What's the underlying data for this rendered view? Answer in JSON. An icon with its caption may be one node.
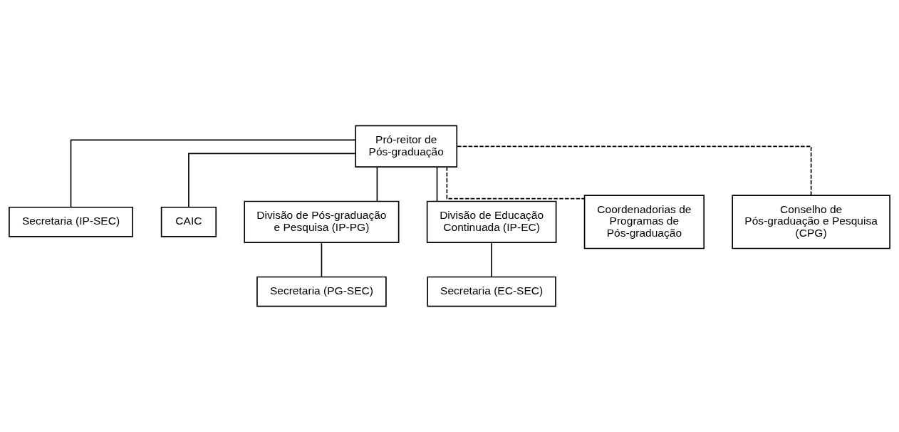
{
  "diagram": {
    "nodes": [
      {
        "text": [
          "Pró-reitor de Pós-graduação"
        ]
      },
      {
        "text": [
          "Secretaria (IP-SEC)"
        ]
      },
      {
        "text": [
          "Conselho de Pós-graduação e Pesquisa (CPG)"
        ]
      },
      {
        "text": [
          "CAIC"
        ]
      },
      {
        "text": [
          "Divisão de Pós-graduação e Pesquisa (IP-PG)"
        ]
      },
      {
        "text": [
          "Divisão de Educação Continuada (IP-EC)"
        ]
      },
      {
        "text": [
          "Coordenadorias de Programas de Pós-graduação"
        ]
      },
      {
        "text": [
          "Secretaria (PG-SEC)"
        ]
      },
      {
        "text": [
          "Secretaria (EC-SEC)"
        ]
      }
    ],
    "edges": [
      {
        "from": 0,
        "to": 1,
        "arrow": "none"
      },
      {
        "from": 2,
        "to": 0,
        "arrow": "none",
        "style": "dashed"
      },
      {
        "from": 0,
        "to": 3,
        "arrow": "none"
      },
      {
        "from": 0,
        "to": 4,
        "arrow": "none"
      },
      {
        "from": 0,
        "to": 5,
        "arrow": "none"
      },
      {
        "from": 0,
        "to": 6,
        "arrow": "none",
        "style": "dashed"
      },
      {
        "from": 4,
        "to": 7,
        "arrow": "none"
      },
      {
        "from": 5,
        "to": 8,
        "arrow": "none"
      }
    ]
  }
}
